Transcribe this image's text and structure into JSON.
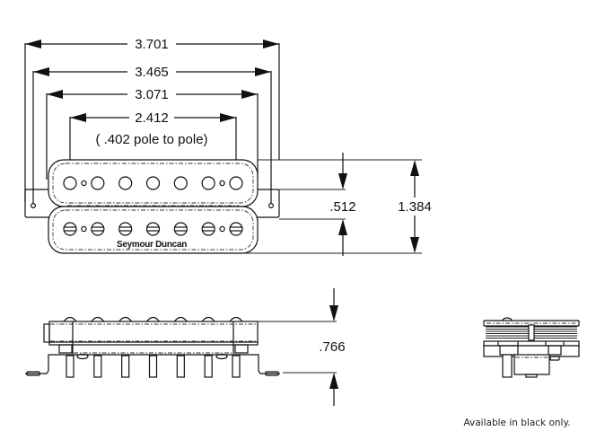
{
  "diagram": {
    "subject": "Seymour Duncan 7-string humbucker pickup",
    "brand_label": "Seymour Duncan",
    "units": "inches",
    "views": [
      "top view",
      "front elevation",
      "side elevation"
    ],
    "dimensions": {
      "overall_length": "3.701",
      "mounting_hole_spacing": "3.465",
      "cover_length": "3.071",
      "pole_span": "2.412",
      "pole_spacing_note": "( .402 pole to pole)",
      "bobbin_width": ".512",
      "overall_width": "1.384",
      "height": ".766"
    },
    "pole_count_per_coil": 7,
    "note": "Available in black only."
  }
}
